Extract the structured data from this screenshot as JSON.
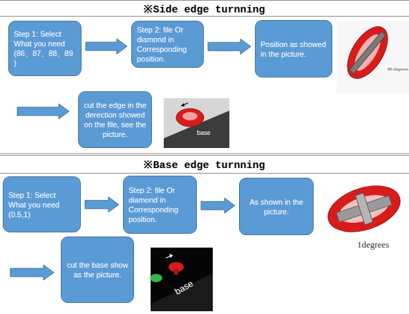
{
  "diagram": {
    "nodes": [
      {
        "text": [
          "※Side edge turnning"
        ]
      },
      {
        "text": [
          "Step 1: Select What you need (86、87、88、89 )"
        ]
      },
      {
        "text": [
          "Step 2: file Or diamond in Corresponding position."
        ]
      },
      {
        "text": [
          "Position as showed in the picture."
        ]
      },
      {
        "text": [
          "cut the edge in the derection showed on the file, see the picture."
        ]
      },
      {
        "text": [
          "※Base edge turnning"
        ]
      },
      {
        "text": [
          "Step 1: Select What you need (0.5,1)"
        ]
      },
      {
        "text": [
          "Step 2: file Or diamond in Corresponding position."
        ]
      },
      {
        "text": [
          "As shown in the picture."
        ]
      },
      {
        "text": [
          "cut the base show as the picture."
        ]
      }
    ],
    "edges": [
      {
        "from": 1,
        "to": 2,
        "arrow": "to"
      },
      {
        "from": 2,
        "to": 3,
        "arrow": "to"
      },
      {
        "from": 6,
        "to": 7,
        "arrow": "to"
      },
      {
        "from": 7,
        "to": 8,
        "arrow": "to"
      }
    ],
    "labels": [
      "89 degrees",
      "base",
      "1degrees",
      "base"
    ]
  }
}
